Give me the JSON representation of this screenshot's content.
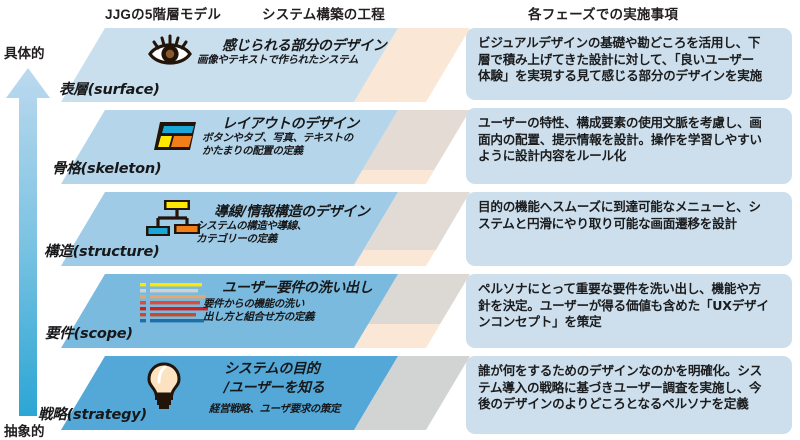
{
  "headers": {
    "model": "JJGの5階層モデル",
    "process": "システム構築の工程",
    "actions": "各フェーズでの実施事項"
  },
  "axis": {
    "top_label": "具体的",
    "bottom_label": "抽象的",
    "arrow_direction": "up",
    "arrow_top_color": "#bcd9ee",
    "arrow_bottom_color": "#2ba6d4"
  },
  "colors": {
    "layer_fills": [
      "#c9dfee",
      "#b5d5eb",
      "#a0cbe6",
      "#79bade",
      "#53a8d8"
    ],
    "side_cream": "#fbe7d6",
    "side_gray": "#d2d4d3",
    "card_fill": "#cddfec",
    "text": "#1b1c1e"
  },
  "layers": [
    {
      "name": "表層(surface)",
      "title": "感じられる部分のデザイン",
      "subtitle": "画像やテキストで作られたシステム",
      "icon": "eye-icon",
      "description": "ビジュアルデザインの基礎や勘どころを活用し、下\n層で積み上げてきた設計に対して、「良いユーザー\n体験」を実現する見て感じる部分のデザインを実施"
    },
    {
      "name": "骨格(skeleton)",
      "title": "レイアウトのデザイン",
      "subtitle": "ボタンやタブ、写真、テキストの\nかたまりの配置の定義",
      "icon": "layout-blocks-icon",
      "description": "ユーザーの特性、構成要素の使用文脈を考慮し、画\n面内の配置、提示情報を設計。操作を学習しやすい\nように設計内容をルール化"
    },
    {
      "name": "構造(structure)",
      "title": "導線/情報構造のデザイン",
      "subtitle": "システムの構造や導線、\nカテゴリーの定義",
      "icon": "sitemap-icon",
      "description": "目的の機能へスムーズに到達可能なメニューと、シ\nステムと円滑にやり取り可能な画面遷移を設計"
    },
    {
      "name": "要件(scope)",
      "title": "ユーザー要件の洗い出し",
      "subtitle": "要件からの機能の洗い\n出し方と組合せ方の定義",
      "icon": "requirement-lines-icon",
      "description": "ペルソナにとって重要な要件を洗い出し、機能や方\n針を決定。ユーザーが得る価値も含めた「UXデザイ\nンコンセプト」を策定"
    },
    {
      "name": "戦略(strategy)",
      "title": "システムの目的\n/ユーザーを知る",
      "subtitle": "経営戦略、ユーザ要求の策定",
      "icon": "lightbulb-icon",
      "description": "誰が何をするためのデザインなのかを明確化。シス\nテム導入の戦略に基づきユーザー調査を実施し、今\n後のデザインのよりどころとなるペルソナを定義"
    }
  ]
}
